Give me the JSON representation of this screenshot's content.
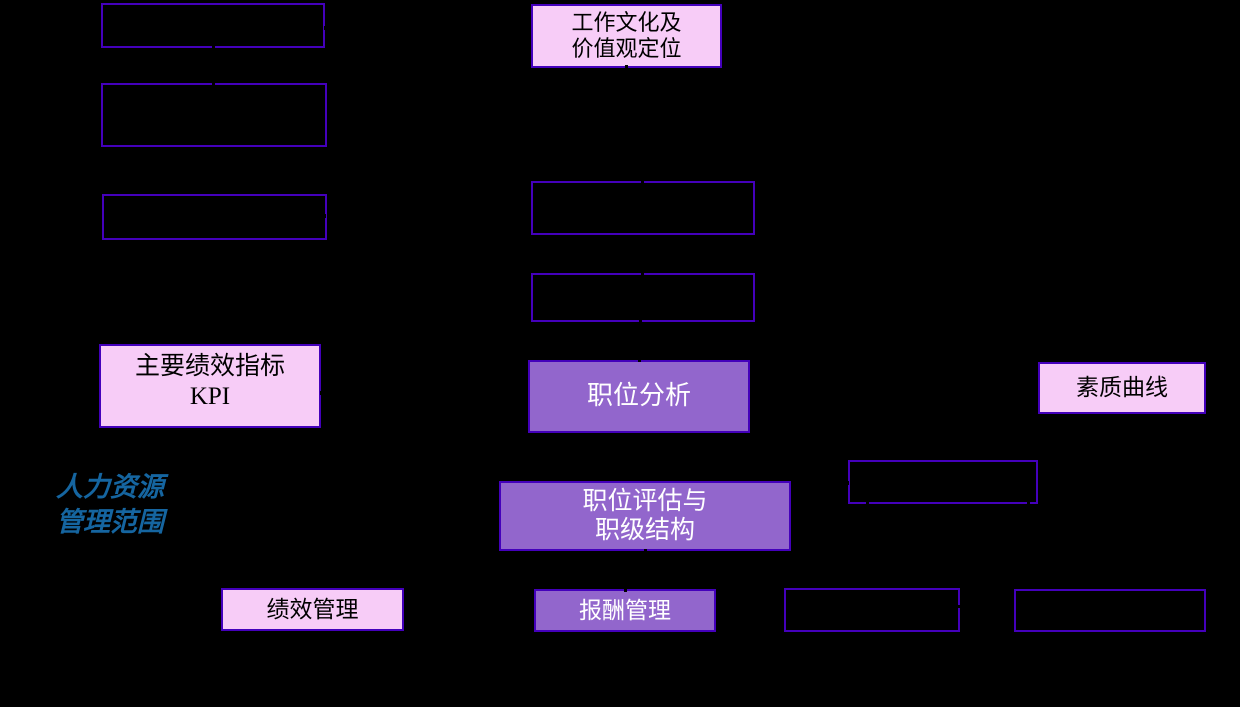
{
  "diagram": {
    "title": "人力资源管理范围",
    "colors": {
      "background": "#000000",
      "border": "#4400BB",
      "pink_fill": "#F7CCF7",
      "purple_fill": "#9266CC",
      "side_text": "#1565A0",
      "pink_text": "#000000",
      "purple_text": "#FFFFFF"
    },
    "side_label": {
      "text": "人力资源\n管理范围"
    },
    "nodes": [
      {
        "id": "n1",
        "text": "",
        "style": "empty"
      },
      {
        "id": "n2",
        "text": "",
        "style": "empty"
      },
      {
        "id": "n3",
        "text": "",
        "style": "empty"
      },
      {
        "id": "n4",
        "text": "主要绩效指标\nKPI",
        "style": "pink"
      },
      {
        "id": "n5",
        "text": "绩效管理",
        "style": "pink"
      },
      {
        "id": "n6",
        "text": "工作文化及\n价值观定位",
        "style": "pink"
      },
      {
        "id": "n7",
        "text": "",
        "style": "empty"
      },
      {
        "id": "n8",
        "text": "",
        "style": "empty"
      },
      {
        "id": "n9",
        "text": "职位分析",
        "style": "purple"
      },
      {
        "id": "n10",
        "text": "职位评估与\n职级结构",
        "style": "purple"
      },
      {
        "id": "n11",
        "text": "报酬管理",
        "style": "purple"
      },
      {
        "id": "n12",
        "text": "",
        "style": "empty"
      },
      {
        "id": "n13",
        "text": "",
        "style": "empty"
      },
      {
        "id": "n14",
        "text": "素质曲线",
        "style": "pink"
      },
      {
        "id": "n15",
        "text": "",
        "style": "empty"
      }
    ]
  }
}
